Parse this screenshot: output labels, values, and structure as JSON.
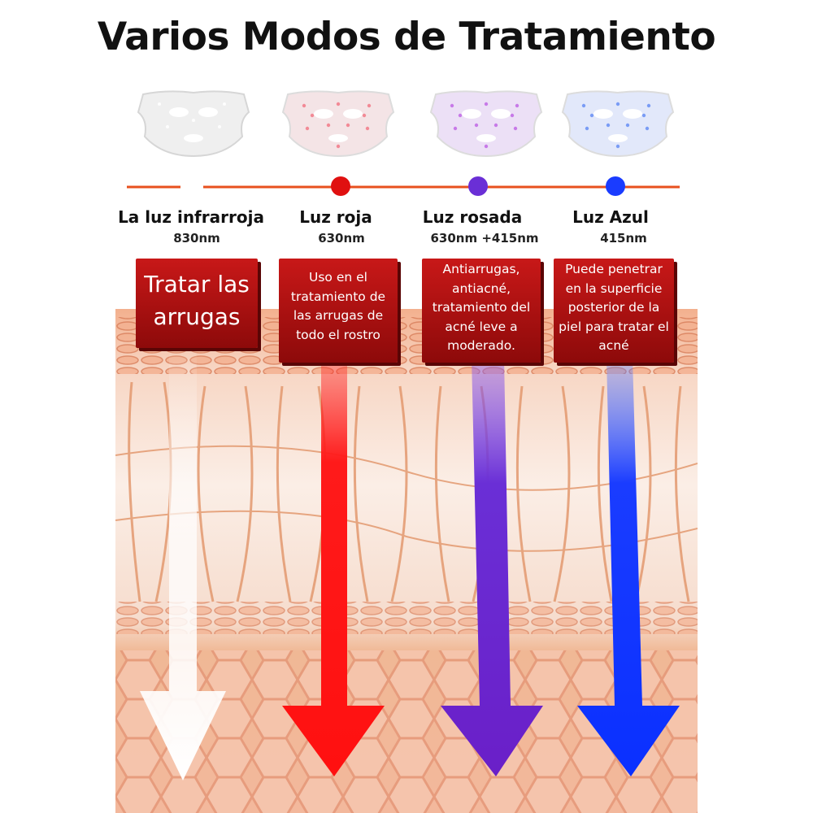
{
  "title": "Varios Modos de Tratamiento",
  "colors": {
    "infrared": "#ffffff",
    "red": "#ff1a1a",
    "pink": "#6a2fd6",
    "blue": "#1a3cff",
    "timeline": "#e8501e",
    "desc_bg": "#b01010"
  },
  "modes": [
    {
      "label": "La luz infrarroja",
      "wavelength": "830nm",
      "description": "Tratar las arrugas",
      "mask_tint": "#d8d8d8",
      "dot_color": "",
      "icon": "face-mask-white-icon"
    },
    {
      "label": "Luz roja",
      "wavelength": "630nm",
      "description": "Uso en el tratamiento de las arrugas de todo el rostro",
      "mask_tint": "#f0a0a0",
      "dot_color": "#e01010",
      "icon": "face-mask-red-icon"
    },
    {
      "label": "Luz rosada",
      "wavelength": "630nm +415nm",
      "description": "Antiarrugas, antiacné, tratamiento del acné leve a moderado.",
      "mask_tint": "#c890e8",
      "dot_color": "#6a2fd6",
      "icon": "face-mask-purple-icon"
    },
    {
      "label": "Luz Azul",
      "wavelength": "415nm",
      "description": "Puede penetrar en la superficie posterior de la piel para tratar el acné",
      "mask_tint": "#90b0ff",
      "dot_color": "#1a3cff",
      "icon": "face-mask-blue-icon"
    }
  ]
}
